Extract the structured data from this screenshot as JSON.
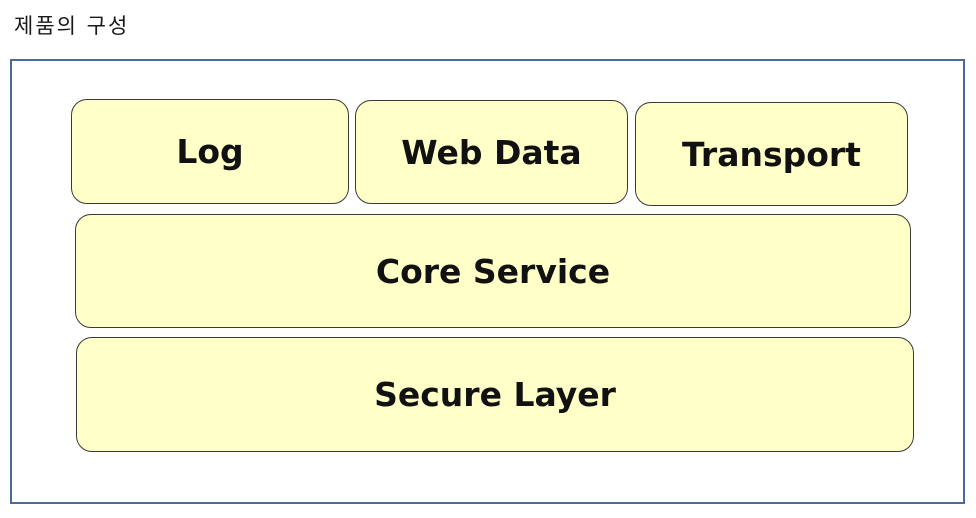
{
  "title": "제품의 구성",
  "layers": {
    "top": [
      {
        "label": "Log"
      },
      {
        "label": "Web Data"
      },
      {
        "label": "Transport"
      }
    ],
    "core": {
      "label": "Core Service"
    },
    "secure": {
      "label": "Secure Layer"
    }
  },
  "colors": {
    "block_fill": "#ffffc8",
    "block_border": "#3a3a3a",
    "frame_border": "#4a6a9a"
  }
}
